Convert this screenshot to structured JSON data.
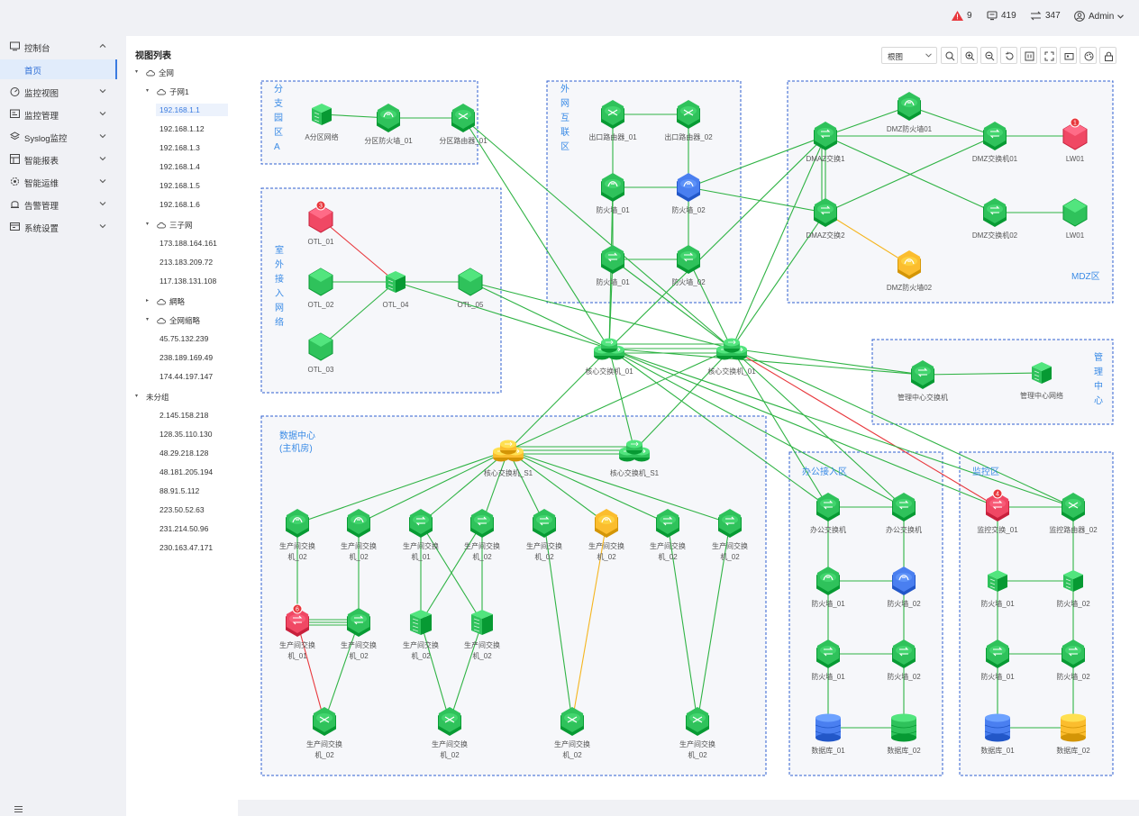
{
  "topbar": {
    "alarm_count": "9",
    "device_count": "419",
    "link_count": "347",
    "user": "Admin"
  },
  "sidebar": {
    "items": [
      {
        "label": "控制台",
        "icon": "dashboard-icon",
        "expanded": true
      },
      {
        "label": "首页",
        "active": true
      },
      {
        "label": "监控视图",
        "icon": "monitor-view-icon"
      },
      {
        "label": "监控管理",
        "icon": "monitor-manage-icon"
      },
      {
        "label": "Syslog监控",
        "icon": "syslog-icon"
      },
      {
        "label": "智能报表",
        "icon": "report-icon"
      },
      {
        "label": "智能运维",
        "icon": "ops-icon"
      },
      {
        "label": "告警管理",
        "icon": "alarm-manage-icon"
      },
      {
        "label": "系统设置",
        "icon": "settings-icon"
      }
    ]
  },
  "tree": {
    "title": "视图列表",
    "nodes": [
      {
        "label": "全网",
        "level": 0,
        "arrow": "▾",
        "icon": true
      },
      {
        "label": "子网1",
        "level": 1,
        "arrow": "▾",
        "icon": true
      },
      {
        "label": "192.168.1.1",
        "level": 2,
        "selected": true
      },
      {
        "label": "192.168.1.12",
        "level": 2
      },
      {
        "label": "192.168.1.3",
        "level": 2
      },
      {
        "label": "192.168.1.4",
        "level": 2
      },
      {
        "label": "192.168.1.5",
        "level": 2
      },
      {
        "label": "192.168.1.6",
        "level": 2
      },
      {
        "label": "三子网",
        "level": 1,
        "arrow": "▾",
        "icon": true
      },
      {
        "label": "173.188.164.161",
        "level": 2
      },
      {
        "label": "213.183.209.72",
        "level": 2
      },
      {
        "label": "117.138.131.108",
        "level": 2
      },
      {
        "label": "網略",
        "level": 1,
        "arrow": "▸",
        "icon": true
      },
      {
        "label": "全网缩略",
        "level": 1,
        "arrow": "▾",
        "icon": true
      },
      {
        "label": "45.75.132.239",
        "level": 2
      },
      {
        "label": "238.189.169.49",
        "level": 2
      },
      {
        "label": "174.44.197.147",
        "level": 2
      },
      {
        "label": "未分组",
        "level": 0,
        "arrow": "▾",
        "icon": false
      },
      {
        "label": "2.145.158.218",
        "level": 2
      },
      {
        "label": "128.35.110.130",
        "level": 2
      },
      {
        "label": "48.29.218.128",
        "level": 2
      },
      {
        "label": "48.181.205.194",
        "level": 2
      },
      {
        "label": "88.91.5.112",
        "level": 2
      },
      {
        "label": "223.50.52.63",
        "level": 2
      },
      {
        "label": "231.214.50.96",
        "level": 2
      },
      {
        "label": "230.163.47.171",
        "level": 2
      }
    ]
  },
  "toolbar": {
    "view_select": "根图",
    "buttons": [
      "search-icon",
      "zoom-in-icon",
      "zoom-out-icon",
      "refresh-icon",
      "fit-icon",
      "fullscreen-icon",
      "export-icon",
      "palette-icon",
      "lock-icon"
    ]
  },
  "topology": {
    "colors": {
      "normal": "#2fc25b",
      "critical": "#f04864",
      "warning": "#fbbd2e",
      "blue": "#4a7ff0",
      "zone_border": "#2f5fd0",
      "zone_label": "#3a8be6",
      "line_ok": "#2fb344",
      "line_alarm": "#e8383d",
      "line_warn": "#f5b51e"
    },
    "zones": [
      {
        "id": "zoneA",
        "label": "分支园区A",
        "vertical": true
      },
      {
        "id": "zoneOuter",
        "label": "外网互联区",
        "vertical": true
      },
      {
        "id": "zoneMDZ",
        "label": "MDZ区",
        "vertical": false
      },
      {
        "id": "zoneOTL",
        "label": "室外接入网络",
        "vertical": true
      },
      {
        "id": "zoneMgmt",
        "label": "管理中心",
        "vertical": true
      },
      {
        "id": "zoneDC",
        "label": "数据中心\n(主机房)",
        "vertical": false
      },
      {
        "id": "zoneOffice",
        "label": "办公接入区",
        "vertical": false
      },
      {
        "id": "zoneMon",
        "label": "监控区",
        "vertical": false
      }
    ],
    "nodes": [
      {
        "id": "a_net",
        "label": "A分区网络",
        "type": "building",
        "color": "normal"
      },
      {
        "id": "a_fw",
        "label": "分区防火墙_01",
        "type": "firewall",
        "color": "normal"
      },
      {
        "id": "a_rt",
        "label": "分区路由器_01",
        "type": "router",
        "color": "normal"
      },
      {
        "id": "out_rt1",
        "label": "出口路由器_01",
        "type": "router",
        "color": "normal"
      },
      {
        "id": "out_rt2",
        "label": "出口路由器_02",
        "type": "router",
        "color": "normal"
      },
      {
        "id": "out_fw1",
        "label": "防火墙_01",
        "type": "firewall",
        "color": "normal"
      },
      {
        "id": "out_fw2",
        "label": "防火墙_02",
        "type": "firewall",
        "color": "blue"
      },
      {
        "id": "out_fw3",
        "label": "防火墙_01",
        "type": "switch",
        "color": "normal"
      },
      {
        "id": "out_fw4",
        "label": "防火墙_02",
        "type": "switch",
        "color": "normal"
      },
      {
        "id": "dmz_sw1",
        "label": "DMAZ交换1",
        "type": "switch",
        "color": "normal"
      },
      {
        "id": "dmz_sw2",
        "label": "DMAZ交换2",
        "type": "switch",
        "color": "normal"
      },
      {
        "id": "dmz_fw1",
        "label": "DMZ防火墙01",
        "type": "firewall",
        "color": "normal"
      },
      {
        "id": "dmz_fw2",
        "label": "DMZ防火墙02",
        "type": "firewall",
        "color": "warning"
      },
      {
        "id": "dmz_s01",
        "label": "DMZ交换机01",
        "type": "switch",
        "color": "normal"
      },
      {
        "id": "dmz_s02",
        "label": "DMZ交换机02",
        "type": "switch",
        "color": "normal"
      },
      {
        "id": "lw01a",
        "label": "LW01",
        "type": "hex",
        "color": "critical",
        "badge": "1"
      },
      {
        "id": "lw01b",
        "label": "LW01",
        "type": "hex",
        "color": "normal"
      },
      {
        "id": "otl1",
        "label": "OTL_01",
        "type": "hex",
        "color": "critical",
        "badge": "3"
      },
      {
        "id": "otl2",
        "label": "OTL_02",
        "type": "hex",
        "color": "normal"
      },
      {
        "id": "otl3",
        "label": "OTL_03",
        "type": "hex",
        "color": "normal"
      },
      {
        "id": "otl4",
        "label": "OTL_04",
        "type": "server",
        "color": "normal"
      },
      {
        "id": "otl5",
        "label": "OTL_05",
        "type": "hex",
        "color": "normal"
      },
      {
        "id": "core1",
        "label": "核心交换机_01",
        "type": "core",
        "color": "normal"
      },
      {
        "id": "core2",
        "label": "核心交换机_01",
        "type": "core",
        "color": "normal"
      },
      {
        "id": "mg_sw",
        "label": "管理中心交换机",
        "type": "switch",
        "color": "normal"
      },
      {
        "id": "mg_net",
        "label": "管理中心网络",
        "type": "building",
        "color": "normal"
      },
      {
        "id": "dcc1",
        "label": "核心交换机_S1",
        "type": "core",
        "color": "warning"
      },
      {
        "id": "dcc2",
        "label": "核心交换机_S1",
        "type": "core",
        "color": "normal"
      },
      {
        "id": "p1",
        "label": "生产间交换\n机_02",
        "type": "firewall",
        "color": "normal"
      },
      {
        "id": "p2",
        "label": "生产间交换\n机_02",
        "type": "firewall",
        "color": "normal"
      },
      {
        "id": "p3",
        "label": "生产间交换\n机_01",
        "type": "switch",
        "color": "normal"
      },
      {
        "id": "p4",
        "label": "生产间交换\n机_02",
        "type": "switch",
        "color": "normal"
      },
      {
        "id": "p5",
        "label": "生产间交换\n机_02",
        "type": "switch",
        "color": "normal"
      },
      {
        "id": "p6",
        "label": "生产间交换\n机_02",
        "type": "firewall",
        "color": "warning"
      },
      {
        "id": "p7",
        "label": "生产间交换\n机_02",
        "type": "switch",
        "color": "normal"
      },
      {
        "id": "p8",
        "label": "生产间交换\n机_02",
        "type": "switch",
        "color": "normal"
      },
      {
        "id": "q1",
        "label": "生产间交换\n机_01",
        "type": "switch",
        "color": "critical",
        "badge": "6"
      },
      {
        "id": "q2",
        "label": "生产间交换\n机_02",
        "type": "switch",
        "color": "normal"
      },
      {
        "id": "q3",
        "label": "生产间交换\n机_02",
        "type": "rack",
        "color": "normal"
      },
      {
        "id": "q4",
        "label": "生产间交换\n机_02",
        "type": "rack",
        "color": "normal"
      },
      {
        "id": "r1",
        "label": "生产间交换\n机_02",
        "type": "router",
        "color": "normal"
      },
      {
        "id": "r2",
        "label": "生产间交换\n机_02",
        "type": "router",
        "color": "normal"
      },
      {
        "id": "r3",
        "label": "生产间交换\n机_02",
        "type": "router",
        "color": "normal"
      },
      {
        "id": "r4",
        "label": "生产间交换\n机_02",
        "type": "router",
        "color": "normal"
      },
      {
        "id": "of_sw1",
        "label": "办公交换机",
        "type": "switch",
        "color": "normal"
      },
      {
        "id": "of_sw2",
        "label": "办公交换机",
        "type": "switch",
        "color": "normal"
      },
      {
        "id": "of_fw1",
        "label": "防火墙_01",
        "type": "firewall",
        "color": "normal"
      },
      {
        "id": "of_fw2",
        "label": "防火墙_02",
        "type": "firewall",
        "color": "blue"
      },
      {
        "id": "of_fw3",
        "label": "防火墙_01",
        "type": "switch",
        "color": "normal"
      },
      {
        "id": "of_fw4",
        "label": "防火墙_02",
        "type": "switch",
        "color": "normal"
      },
      {
        "id": "of_db1",
        "label": "数据库_01",
        "type": "db",
        "color": "blue"
      },
      {
        "id": "of_db2",
        "label": "数据库_02",
        "type": "db",
        "color": "normal"
      },
      {
        "id": "mo_sw",
        "label": "监控交换_01",
        "type": "switch",
        "color": "critical",
        "badge": "4"
      },
      {
        "id": "mo_rt",
        "label": "监控路由器_02",
        "type": "router",
        "color": "normal"
      },
      {
        "id": "mo_fw1",
        "label": "防火墙_01",
        "type": "server",
        "color": "normal"
      },
      {
        "id": "mo_fw2",
        "label": "防火墙_02",
        "type": "server",
        "color": "normal"
      },
      {
        "id": "mo_fw3",
        "label": "防火墙_01",
        "type": "switch",
        "color": "normal"
      },
      {
        "id": "mo_fw4",
        "label": "防火墙_02",
        "type": "switch",
        "color": "normal"
      },
      {
        "id": "mo_db1",
        "label": "数据库_01",
        "type": "db",
        "color": "blue"
      },
      {
        "id": "mo_db2",
        "label": "数据库_02",
        "type": "db",
        "color": "warning"
      }
    ],
    "links": [
      [
        "a_net",
        "a_fw",
        "ok"
      ],
      [
        "a_fw",
        "a_rt",
        "ok"
      ],
      [
        "a_rt",
        "core1",
        "ok"
      ],
      [
        "a_rt",
        "core2",
        "ok"
      ],
      [
        "out_rt1",
        "out_rt2",
        "ok"
      ],
      [
        "out_rt1",
        "out_fw1",
        "ok"
      ],
      [
        "out_rt2",
        "out_fw2",
        "ok"
      ],
      [
        "out_fw1",
        "out_fw2",
        "ok"
      ],
      [
        "out_fw1",
        "out_fw3",
        "ok"
      ],
      [
        "out_fw2",
        "out_fw4",
        "ok"
      ],
      [
        "out_fw3",
        "out_fw4",
        "ok"
      ],
      [
        "out_fw1",
        "core1",
        "ok"
      ],
      [
        "out_fw3",
        "core1",
        "ok"
      ],
      [
        "out_fw4",
        "core2",
        "ok"
      ],
      [
        "out_fw3",
        "core2",
        "ok"
      ],
      [
        "out_fw2",
        "dmz_sw1",
        "ok"
      ],
      [
        "out_fw2",
        "dmz_sw2",
        "ok"
      ],
      [
        "dmz_sw1",
        "dmz_fw1",
        "ok"
      ],
      [
        "dmz_sw1",
        "dmz_s01",
        "ok"
      ],
      [
        "dmz_sw1",
        "dmz_s02",
        "ok"
      ],
      [
        "dmz_sw1",
        "dmz_sw2",
        "ok"
      ],
      [
        "dmz_sw2",
        "dmz_s01",
        "ok"
      ],
      [
        "dmz_sw2",
        "dmz_fw2",
        "warn"
      ],
      [
        "dmz_fw1",
        "dmz_s01",
        "ok"
      ],
      [
        "dmz_s01",
        "lw01a",
        "ok"
      ],
      [
        "dmz_s02",
        "lw01b",
        "ok"
      ],
      [
        "dmz_sw1",
        "core2",
        "ok"
      ],
      [
        "dmz_sw2",
        "core2",
        "ok"
      ],
      [
        "dmz_sw1",
        "core1",
        "ok"
      ],
      [
        "otl1",
        "otl4",
        "alarm"
      ],
      [
        "otl2",
        "otl4",
        "ok"
      ],
      [
        "otl3",
        "otl4",
        "ok"
      ],
      [
        "otl4",
        "otl5",
        "ok"
      ],
      [
        "otl4",
        "core1",
        "ok"
      ],
      [
        "otl5",
        "core2",
        "ok"
      ],
      [
        "otl5",
        "core1",
        "ok"
      ],
      [
        "core1",
        "core2",
        "ok"
      ],
      [
        "core1",
        "mg_sw",
        "ok"
      ],
      [
        "core2",
        "mg_sw",
        "ok"
      ],
      [
        "mg_sw",
        "mg_net",
        "ok"
      ],
      [
        "core1",
        "dcc1",
        "ok"
      ],
      [
        "core1",
        "dcc2",
        "ok"
      ],
      [
        "core2",
        "dcc1",
        "ok"
      ],
      [
        "core2",
        "dcc2",
        "ok"
      ],
      [
        "dcc1",
        "dcc2",
        "ok"
      ],
      [
        "core1",
        "of_sw1",
        "ok"
      ],
      [
        "core1",
        "of_sw2",
        "ok"
      ],
      [
        "core2",
        "of_sw1",
        "ok"
      ],
      [
        "core2",
        "of_sw2",
        "ok"
      ],
      [
        "core2",
        "mo_sw",
        "alarm"
      ],
      [
        "core1",
        "mo_sw",
        "ok"
      ],
      [
        "core2",
        "mo_rt",
        "ok"
      ],
      [
        "core1",
        "mo_rt",
        "ok"
      ],
      [
        "dcc1",
        "p1",
        "ok"
      ],
      [
        "dcc1",
        "p2",
        "ok"
      ],
      [
        "dcc1",
        "p3",
        "ok"
      ],
      [
        "dcc1",
        "p4",
        "ok"
      ],
      [
        "dcc1",
        "p5",
        "ok"
      ],
      [
        "dcc1",
        "p6",
        "ok"
      ],
      [
        "dcc1",
        "p7",
        "ok"
      ],
      [
        "dcc1",
        "p8",
        "ok"
      ],
      [
        "p1",
        "q1",
        "ok"
      ],
      [
        "p2",
        "q2",
        "ok"
      ],
      [
        "q1",
        "q2",
        "ok"
      ],
      [
        "p3",
        "q3",
        "ok"
      ],
      [
        "p3",
        "q4",
        "ok"
      ],
      [
        "p4",
        "q3",
        "ok"
      ],
      [
        "p4",
        "q4",
        "ok"
      ],
      [
        "q1",
        "r1",
        "alarm"
      ],
      [
        "q2",
        "r1",
        "ok"
      ],
      [
        "q3",
        "r2",
        "ok"
      ],
      [
        "q4",
        "r2",
        "ok"
      ],
      [
        "p5",
        "r3",
        "ok"
      ],
      [
        "p6",
        "r3",
        "warn"
      ],
      [
        "p7",
        "r4",
        "ok"
      ],
      [
        "p8",
        "r4",
        "ok"
      ],
      [
        "of_sw1",
        "of_sw2",
        "ok"
      ],
      [
        "of_sw1",
        "of_fw1",
        "ok"
      ],
      [
        "of_sw2",
        "of_fw2",
        "ok"
      ],
      [
        "of_fw1",
        "of_fw2",
        "ok"
      ],
      [
        "of_fw1",
        "of_fw3",
        "ok"
      ],
      [
        "of_fw2",
        "of_fw4",
        "ok"
      ],
      [
        "of_fw3",
        "of_fw4",
        "ok"
      ],
      [
        "of_fw3",
        "of_db1",
        "ok"
      ],
      [
        "of_fw4",
        "of_db2",
        "ok"
      ],
      [
        "of_db1",
        "of_db2",
        "ok"
      ],
      [
        "mo_sw",
        "mo_rt",
        "ok"
      ],
      [
        "mo_sw",
        "mo_fw1",
        "ok"
      ],
      [
        "mo_rt",
        "mo_fw2",
        "ok"
      ],
      [
        "mo_fw1",
        "mo_fw2",
        "ok"
      ],
      [
        "mo_fw1",
        "mo_fw3",
        "ok"
      ],
      [
        "mo_fw2",
        "mo_fw4",
        "ok"
      ],
      [
        "mo_fw3",
        "mo_fw4",
        "ok"
      ],
      [
        "mo_fw3",
        "mo_db1",
        "ok"
      ],
      [
        "mo_fw4",
        "mo_db2",
        "ok"
      ],
      [
        "mo_db1",
        "mo_db2",
        "ok"
      ]
    ]
  }
}
